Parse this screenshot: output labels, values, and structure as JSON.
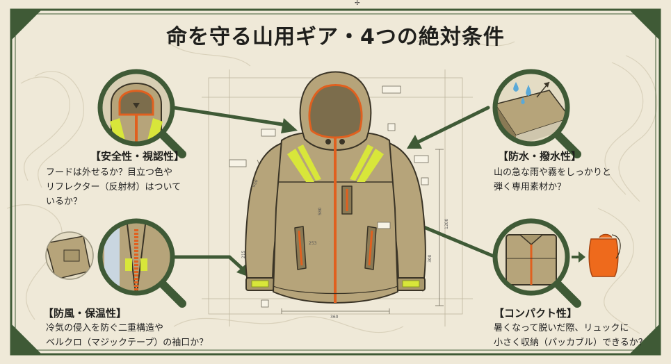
{
  "title": "命を守る山用ギア・4つの絶対条件",
  "sections": {
    "safety": {
      "heading": "【安全性・視認性】",
      "lines": [
        "フードは外せるか？目立つ色や",
        "リフレクター（反射材）はついて",
        "いるか？"
      ]
    },
    "waterproof": {
      "heading": "【防水・撥水性】",
      "lines": [
        "山の急な雨や霧をしっかりと",
        "弾く専用素材か？"
      ]
    },
    "windproof": {
      "heading": "【防風・保温性】",
      "lines": [
        "冷気の侵入を防ぐ二重構造や",
        "ベルクロ（マジックテープ）の袖口か？"
      ]
    },
    "compact": {
      "heading": "【コンパクト性】",
      "lines": [
        "暑くなって脱いだ際、リュックに",
        "小さく収納（パッカブル）できるか？"
      ]
    }
  },
  "dimensions": {
    "bottom_width": "360",
    "half_width": "253",
    "body_length": "580",
    "sleeve": "215",
    "right_height": "1200",
    "right_small": "300",
    "top_left": "950"
  },
  "colors": {
    "background": "#efe9d8",
    "frame_green": "#3f5a36",
    "jacket": "#b6a47a",
    "jacket_dark": "#8a7a55",
    "zipper_orange": "#e0601f",
    "reflective": "#d8e63a",
    "pack_orange": "#ee6a1c"
  },
  "icons": [
    "magnifier-icon",
    "water-drop-icon",
    "arrow-icon",
    "stuff-sack-icon",
    "hood-icon",
    "zipper-icon",
    "cuff-icon",
    "folded-jacket-icon"
  ],
  "mark": "✢"
}
